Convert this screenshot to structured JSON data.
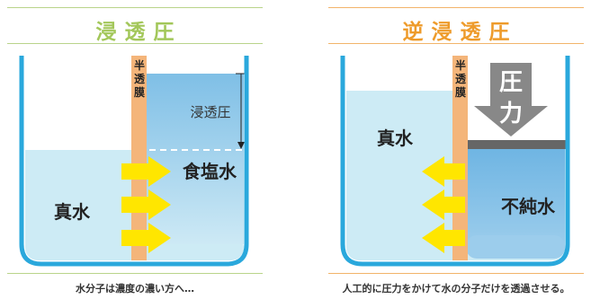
{
  "colors": {
    "pure_water": "#cdebf5",
    "salt_water": "#7fbfe6",
    "container": "#2aa8dc",
    "membrane": "#f4b57a",
    "arrow": "#ffe600",
    "left_title": "#a3c75a",
    "right_title": "#ee9b2b",
    "piston": "#666666"
  },
  "osmosis": {
    "title": "浸透圧",
    "membrane_label": "半透膜",
    "pressure_label": "浸透圧",
    "left_label": "真水",
    "right_label": "食塩水",
    "caption": "水分子は濃度の濃い方へ…"
  },
  "reverse_osmosis": {
    "title": "逆浸透圧",
    "membrane_label": "半透膜",
    "pressure_label": "圧力",
    "left_label": "真水",
    "right_label": "不純水",
    "caption": "人工的に圧力をかけて水の分子だけを透過させる。"
  }
}
